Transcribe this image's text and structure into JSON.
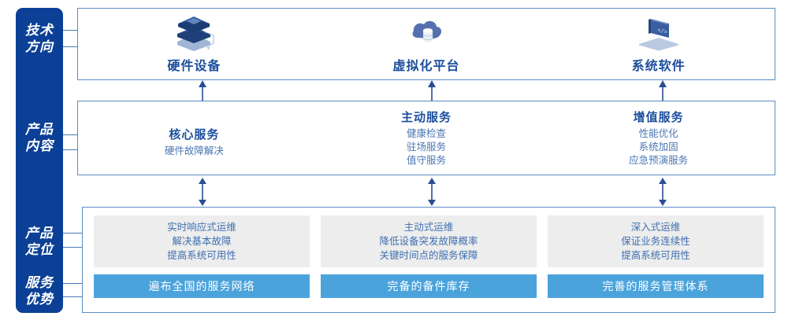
{
  "rail": {
    "items": [
      {
        "name": "tech-direction",
        "lines": [
          "技术",
          "方向"
        ]
      },
      {
        "name": "product-content",
        "lines": [
          "产品",
          "内容"
        ]
      },
      {
        "name": "product-position",
        "lines": [
          "产品",
          "定位"
        ]
      },
      {
        "name": "service-advantage",
        "lines": [
          "服务",
          "优势"
        ]
      }
    ]
  },
  "tech": {
    "items": [
      {
        "icon": "server-stack-icon",
        "label": "硬件设备"
      },
      {
        "icon": "cloud-database-icon",
        "label": "虚拟化平台"
      },
      {
        "icon": "laptop-code-icon",
        "label": "系统软件"
      }
    ]
  },
  "content": {
    "columns": [
      {
        "heading": "核心服务",
        "items": [
          "硬件故障解决"
        ]
      },
      {
        "heading": "主动服务",
        "items": [
          "健康检查",
          "驻场服务",
          "值守服务"
        ]
      },
      {
        "heading": "增值服务",
        "items": [
          "性能优化",
          "系统加固",
          "应急预演服务"
        ]
      }
    ]
  },
  "positioning": {
    "cards": [
      {
        "lines": [
          "实时响应式运维",
          "解决基本故障",
          "提高系统可用性"
        ]
      },
      {
        "lines": [
          "主动式运维",
          "降低设备突发故障概率",
          "关键时间点的服务保障"
        ]
      },
      {
        "lines": [
          "深入式运维",
          "保证业务连续性",
          "提高系统可用性"
        ]
      }
    ]
  },
  "advantages": {
    "bars": [
      "遍布全国的服务网络",
      "完备的备件库存",
      "完善的服务管理体系"
    ]
  },
  "colors": {
    "rail_blue": "#0B4096",
    "panel_border": "#5C8CC4",
    "heading_blue": "#1C4E9C",
    "sub_blue": "#4A76B4",
    "card_grey": "#EDEDED",
    "bar_blue": "#4BA3DC",
    "arrow_blue": "#2A4E95"
  }
}
